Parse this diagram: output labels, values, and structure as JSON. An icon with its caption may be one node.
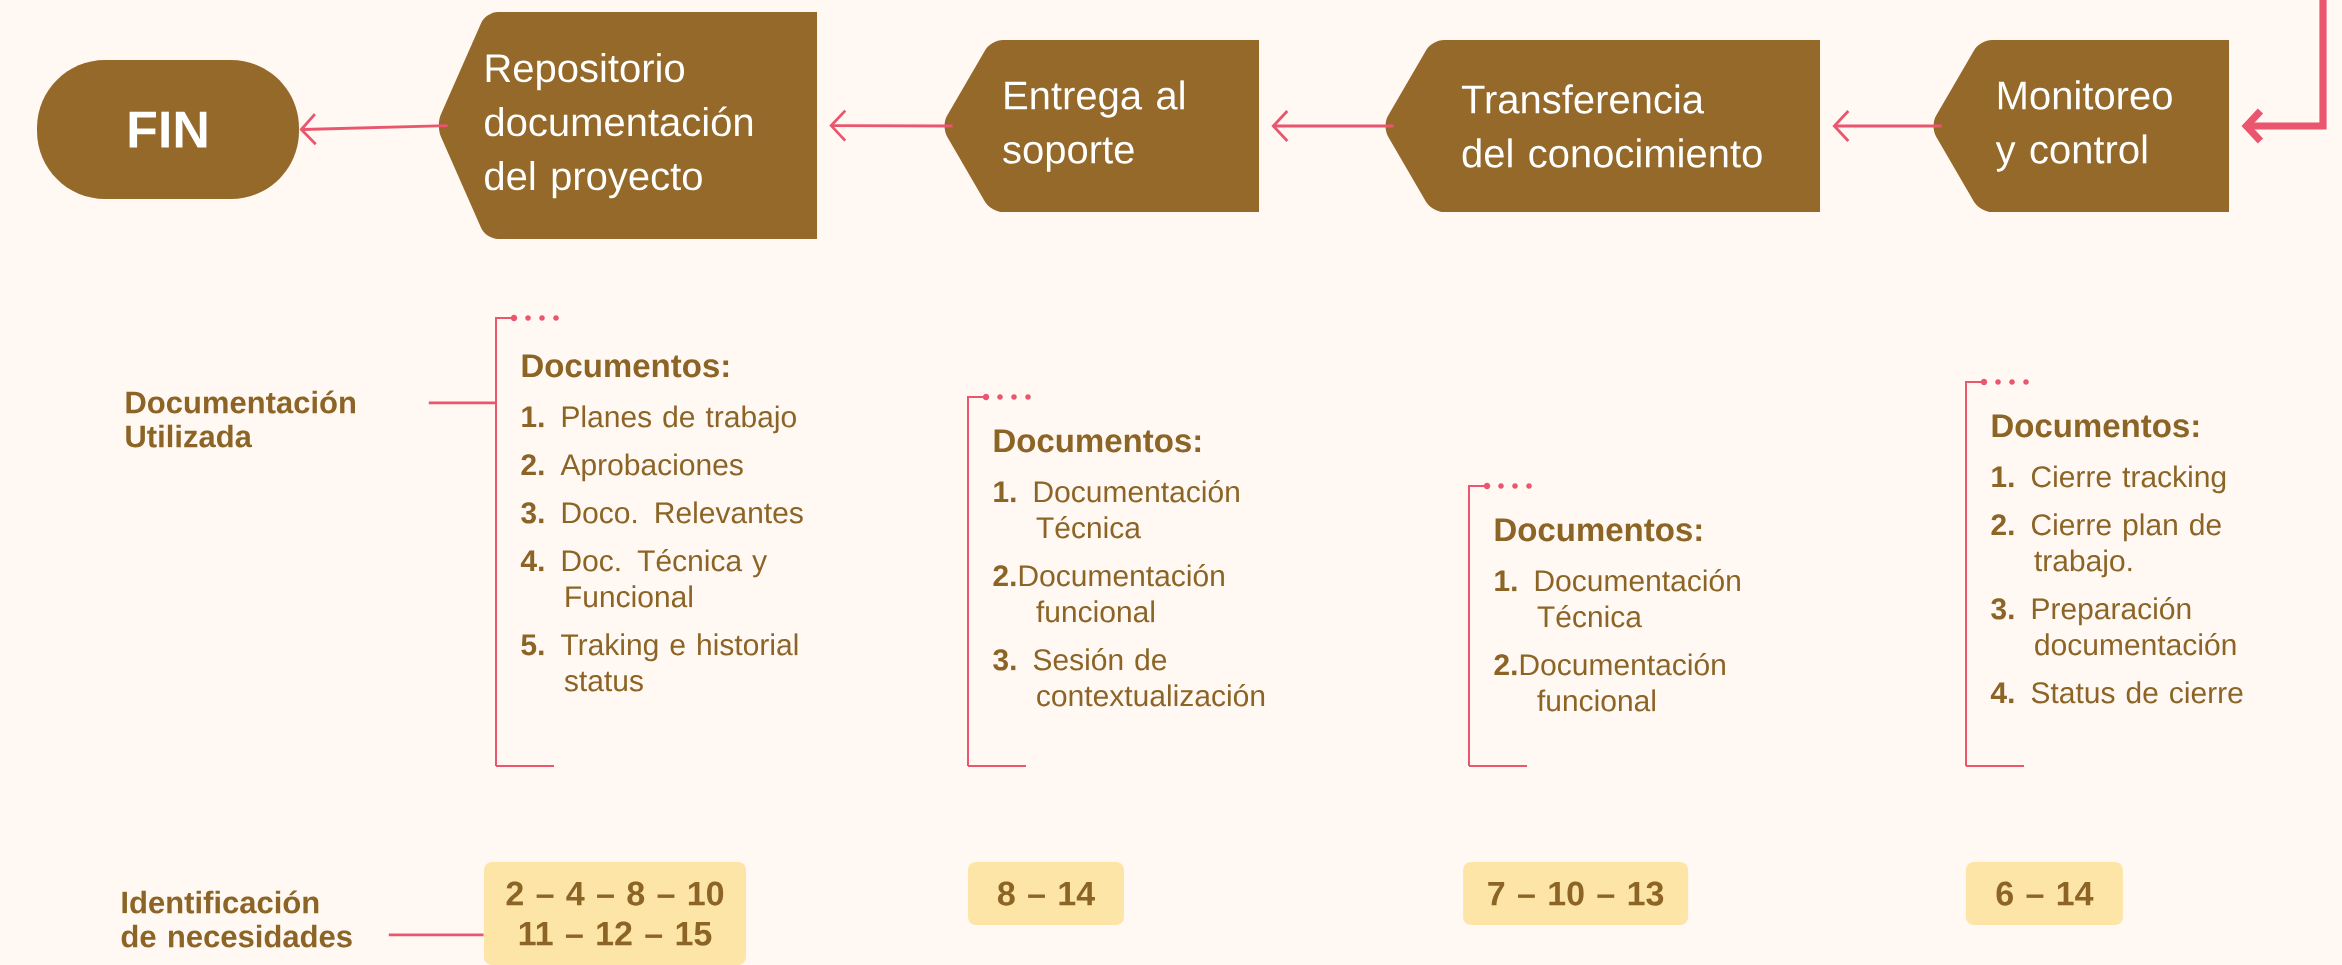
{
  "diagram": {
    "nodes": [
      {
        "text": [
          "FIN"
        ]
      },
      {
        "text": [
          "Repositorio documentación del proyecto"
        ]
      },
      {
        "text": [
          "Entrega al soporte"
        ]
      },
      {
        "text": [
          "Transferencia del conocimiento"
        ]
      },
      {
        "text": [
          "Monitoreo y control"
        ]
      },
      {
        "text": [
          "Documentación Utilizada"
        ]
      },
      {
        "text": [
          "Documentos:",
          "**1.** Planes de trabajo",
          "**2.** Aprobaciones",
          "**3.** Doco. Relevantes",
          "**4.** Doc. Técnica y Funcional",
          "**5.** Traking e historial status"
        ]
      },
      {
        "text": [
          "Documentos:",
          "**1.** Documentación Técnica",
          "**2.**Documentación funcional",
          "**3.** Sesión de contextualización"
        ]
      },
      {
        "text": [
          "Documentos:",
          "**1.** Documentación Técnica",
          "**2.**Documentación funcional"
        ]
      },
      {
        "text": [
          "Documentos:",
          "**1.** Cierre tracking",
          "**2.** Cierre plan de trabajo.",
          "**3.** Preparación documentación",
          "**4.** Status de cierre"
        ]
      },
      {
        "text": [
          "Identificación de necesidades"
        ]
      },
      {
        "text": [
          "2 – 4 – 8 – 10 11 – 12 – 15"
        ]
      },
      {
        "text": [
          "8 – 14"
        ]
      },
      {
        "text": [
          "7 – 10 – 13"
        ]
      },
      {
        "text": [
          "6 – 14"
        ]
      }
    ],
    "edges": [
      {
        "from": null,
        "to": 4,
        "arrow": "to",
        "style": "thick"
      },
      {
        "from": 4,
        "to": 3,
        "arrow": "to"
      },
      {
        "from": 3,
        "to": 2,
        "arrow": "to"
      },
      {
        "from": 2,
        "to": 1,
        "arrow": "to"
      },
      {
        "from": 1,
        "to": 0,
        "arrow": "to"
      },
      {
        "from": 5,
        "to": 6,
        "arrow": "none"
      },
      {
        "from": 10,
        "to": 11,
        "arrow": "none"
      }
    ]
  }
}
